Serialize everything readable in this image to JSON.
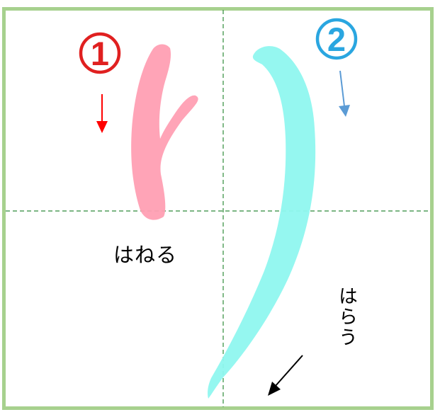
{
  "strokes": [
    {
      "number_mark": "①",
      "color": "#ff9fb3",
      "mark_color": "#e02020",
      "arrow_color": "#ff0000",
      "arrow_icon": "arrow-down-icon",
      "technique": "はねる"
    },
    {
      "number_mark": "②",
      "color": "#8ff7ef",
      "mark_color": "#2aa6e0",
      "arrow_color": "#5b9bd5",
      "arrow_icon": "arrow-down-icon",
      "technique": "はらう",
      "end_arrow_icon": "arrow-down-left-icon",
      "end_arrow_color": "#000000"
    }
  ],
  "grid": {
    "border_color": "#a7d18e",
    "guide_color": "#2e8b3a",
    "guide_style": "dashed"
  }
}
